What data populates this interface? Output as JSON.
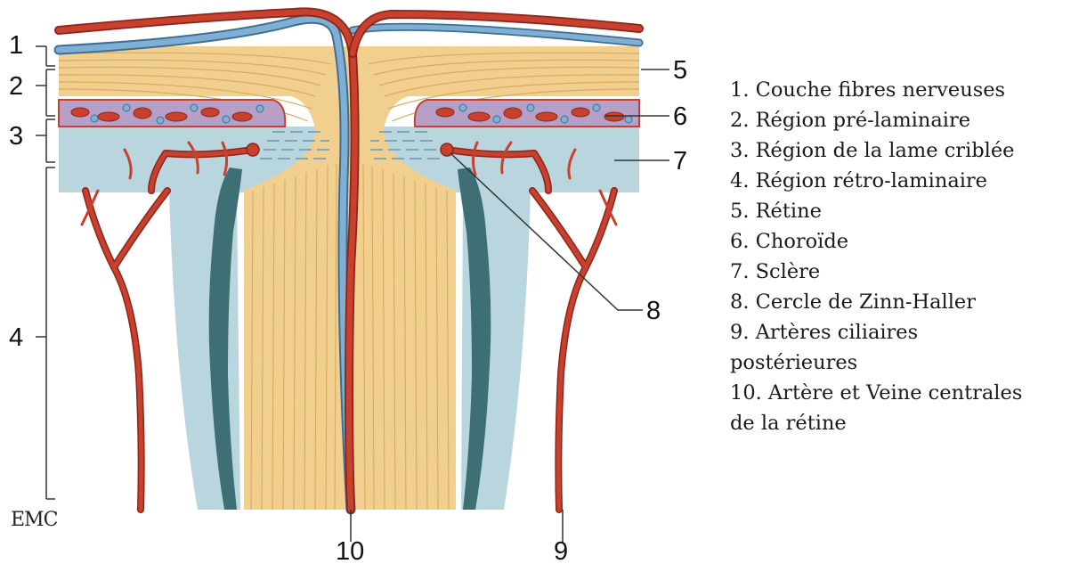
{
  "figure": {
    "credit": "EMC",
    "colors": {
      "nerve_fibers": "#f1cf8e",
      "nerve_fiber_lines": "#d9aa60",
      "artery": "#c8412f",
      "artery_edge": "#8e2418",
      "vein": "#7fb0d4",
      "vein_edge": "#3f6e94",
      "choroid": "#b7a0c8",
      "sclera": "#b9d6df",
      "sheath_dark": "#3e6f74",
      "lamina_cribrosa": "#a9c6d6"
    },
    "callouts": [
      {
        "id": "1",
        "text": "1"
      },
      {
        "id": "2",
        "text": "2"
      },
      {
        "id": "3",
        "text": "3"
      },
      {
        "id": "4",
        "text": "4"
      },
      {
        "id": "5",
        "text": "5"
      },
      {
        "id": "6",
        "text": "6"
      },
      {
        "id": "7",
        "text": "7"
      },
      {
        "id": "8",
        "text": "8"
      },
      {
        "id": "9",
        "text": "9"
      },
      {
        "id": "10",
        "text": "10"
      }
    ]
  },
  "legend": {
    "items": [
      "1. Couche fibres nerveuses",
      "2. Région pré-laminaire",
      "3. Région de la lame criblée",
      "4. Région rétro-laminaire",
      "5. Rétine",
      "6. Choroïde",
      "7. Sclère",
      "8. Cercle de Zinn-Haller",
      "9. Artères ciliaires",
      "postérieures",
      "10. Artère et Veine centrales",
      "de la rétine"
    ]
  }
}
